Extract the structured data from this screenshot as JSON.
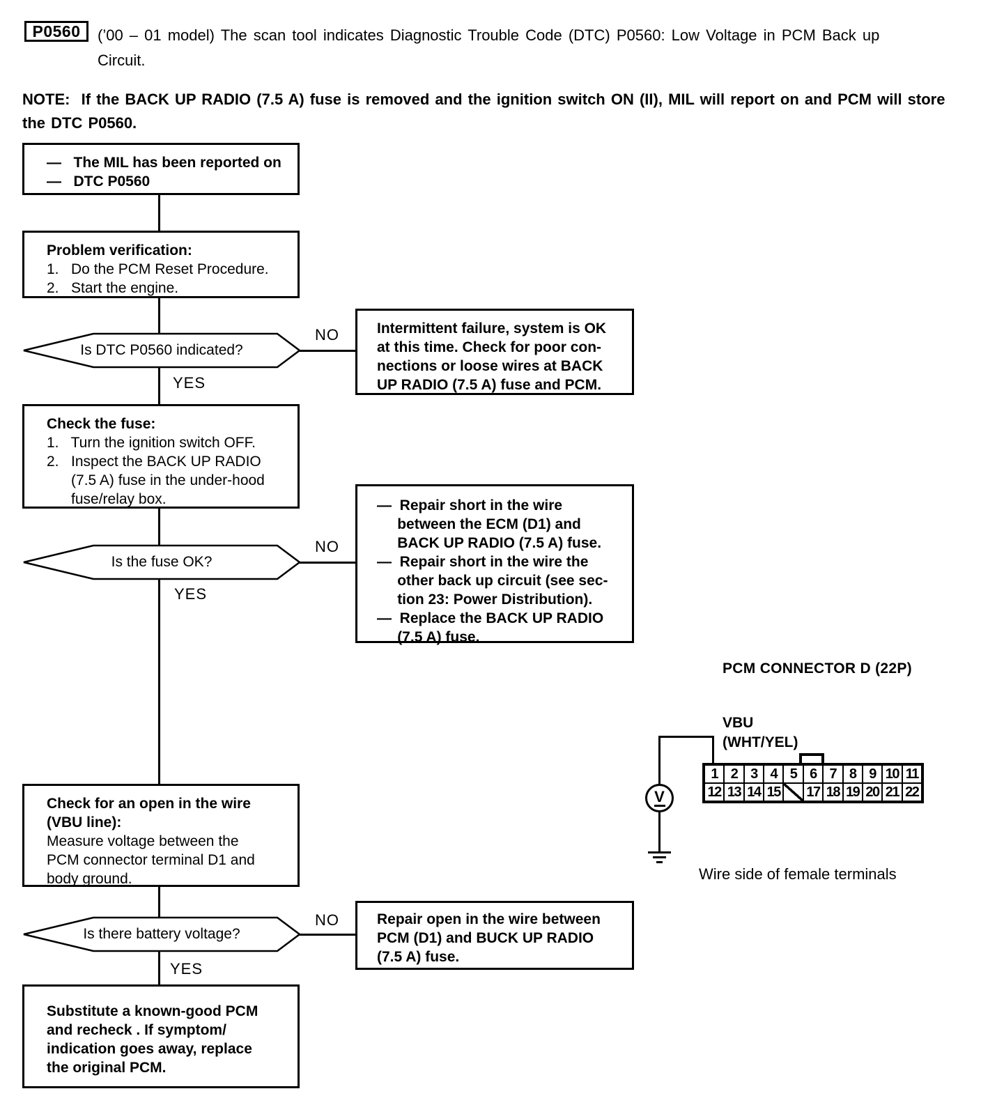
{
  "header": {
    "code": "P0560",
    "description_lines": [
      "(’00 – 01 model) The scan tool indicates Diagnostic Trouble Code (DTC) P0560: Low Voltage in PCM Back up",
      "Circuit."
    ],
    "note_lines": [
      "NOTE:  If the BACK UP RADIO (7.5 A) fuse is removed and the ignition switch ON (II), MIL will report on and PCM will store",
      "the DTC P0560."
    ]
  },
  "flowchart": {
    "start_box_lines": [
      "—   The MIL has been reported on",
      "—   DTC P0560"
    ],
    "problem_verification": {
      "title": "Problem verification:",
      "item_lines": [
        "1.   Do the PCM Reset Procedure.",
        "2.   Start the engine."
      ]
    },
    "decision_dtc_indicated": {
      "question": "Is DTC P0560 indicated?",
      "no_label": "NO",
      "yes_label": "YES"
    },
    "intermittent_failure_box_lines": [
      "Intermittent failure, system is OK",
      "at this time. Check for poor con-",
      "nections or loose wires at BACK",
      "UP RADIO (7.5 A) fuse and PCM."
    ],
    "check_fuse": {
      "title": "Check the fuse:",
      "item_lines": [
        "1.   Turn the ignition switch OFF.",
        "2.   Inspect the BACK UP RADIO",
        "      (7.5 A) fuse in the under-hood",
        "      fuse/relay box."
      ]
    },
    "decision_fuse_ok": {
      "question": "Is the fuse OK?",
      "no_label": "NO",
      "yes_label": "YES"
    },
    "repair_short_box_lines": [
      "—  Repair short in the wire",
      "     between the ECM (D1) and",
      "     BACK UP RADIO (7.5 A) fuse.",
      "—  Repair short in the wire the",
      "     other back up circuit (see sec-",
      "     tion 23: Power Distribution).",
      "—  Replace the BACK UP RADIO",
      "     (7.5 A) fuse."
    ],
    "check_open_wire": {
      "title_lines": [
        "Check for an open in the wire",
        "(VBU line):"
      ],
      "body_lines": [
        "Measure voltage between the",
        "PCM connector terminal D1 and",
        "body ground."
      ]
    },
    "decision_battery_voltage": {
      "question": "Is there battery voltage?",
      "no_label": "NO",
      "yes_label": "YES"
    },
    "repair_open_box_lines": [
      "Repair open in the wire between",
      "PCM (D1) and BUCK UP RADIO",
      "(7.5 A) fuse."
    ],
    "substitute_pcm_box_lines": [
      "Substitute a known-good PCM",
      "and recheck . If symptom/",
      "indication goes away, replace",
      "the original PCM."
    ]
  },
  "connector": {
    "title": "PCM CONNECTOR D (22P)",
    "wire_label_lines": [
      "VBU",
      "(WHT/YEL)"
    ],
    "meter_symbol": "V",
    "pin_rows": {
      "top": [
        "1",
        "2",
        "3",
        "4",
        "5",
        "6",
        "7",
        "8",
        "9",
        "10",
        "11"
      ],
      "bottom": [
        "12",
        "13",
        "14",
        "15",
        "",
        "17",
        "18",
        "19",
        "20",
        "21",
        "22"
      ]
    },
    "caption": "Wire side of female terminals"
  }
}
